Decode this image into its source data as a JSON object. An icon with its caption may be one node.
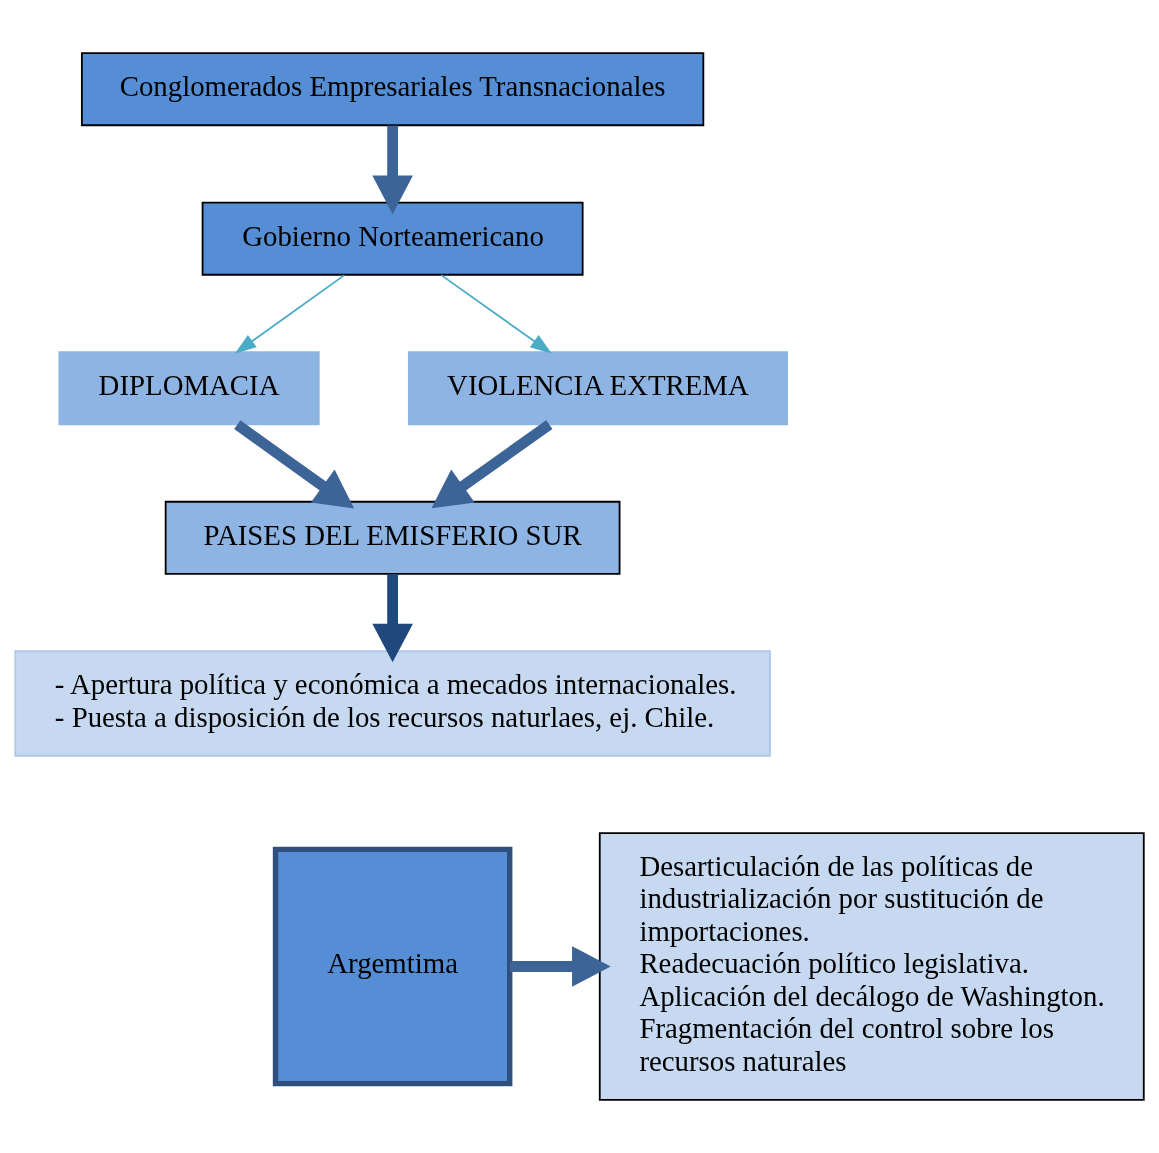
{
  "diagram": {
    "nodes": [
      {
        "text": [
          "Conglomerados Empresariales Transnacionales"
        ]
      },
      {
        "text": [
          "Gobierno Norteamericano"
        ]
      },
      {
        "text": [
          "DIPLOMACIA"
        ]
      },
      {
        "text": [
          "VIOLENCIA EXTREMA"
        ]
      },
      {
        "text": [
          "PAISES DEL EMISFERIO SUR"
        ]
      },
      {
        "text": [
          "- Apertura política y económica a mecados internacionales.",
          "- Puesta a disposición de los recursos naturlaes, ej. Chile."
        ]
      },
      {
        "text": [
          "Argemtima"
        ]
      },
      {
        "text": [
          "Desarticulación de las políticas de industrialización por sustitución de importaciones.",
          "Readecuación político legislativa.",
          "Aplicación del decálogo de Washington.",
          "Fragmentación del control sobre los recursos naturales"
        ]
      }
    ],
    "edges": [
      {
        "from": 0,
        "to": 1,
        "arrow": "to"
      },
      {
        "from": 1,
        "to": 2,
        "arrow": "to",
        "color": "#4bacc6"
      },
      {
        "from": 1,
        "to": 3,
        "arrow": "to",
        "color": "#4bacc6"
      },
      {
        "from": 2,
        "to": 4,
        "arrow": "to"
      },
      {
        "from": 3,
        "to": 4,
        "arrow": "to"
      },
      {
        "from": 4,
        "to": 5,
        "arrow": "to",
        "color": "#1f497d"
      },
      {
        "from": 6,
        "to": 7,
        "arrow": "to"
      }
    ]
  }
}
